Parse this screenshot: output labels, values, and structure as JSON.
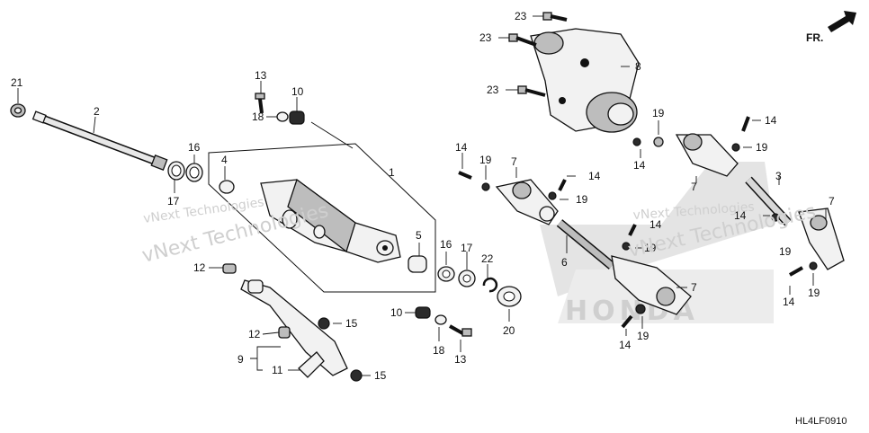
{
  "diagram": {
    "code": "HL4LF0910",
    "direction_label": "FR.",
    "watermarks": [
      "vNext Technologies",
      "vNext Technologies",
      "vNext Technologies",
      "vNext Technologies"
    ],
    "brand_watermark": "HONDA",
    "callouts": [
      "21",
      "2",
      "17",
      "16",
      "4",
      "13",
      "10",
      "18",
      "1",
      "5",
      "16",
      "17",
      "22",
      "12",
      "12",
      "9",
      "11",
      "15",
      "15",
      "10",
      "18",
      "13",
      "20",
      "23",
      "23",
      "23",
      "8",
      "19",
      "14",
      "14",
      "19",
      "14",
      "7",
      "19",
      "14",
      "19",
      "3",
      "6",
      "14",
      "19",
      "7",
      "7",
      "14",
      "19",
      "7",
      "14",
      "19",
      "14",
      "19"
    ]
  }
}
